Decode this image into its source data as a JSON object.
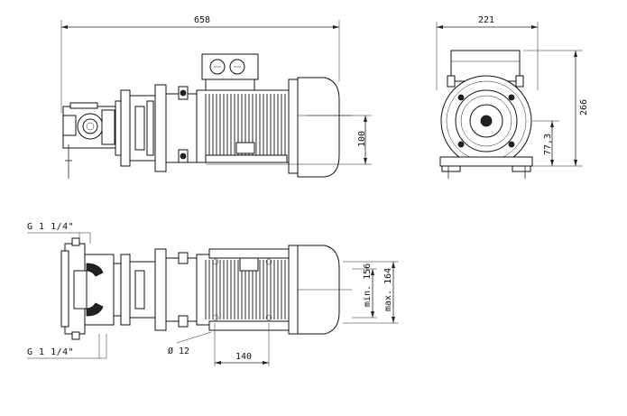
{
  "dimensions": {
    "overall_length": "658",
    "width": "221",
    "height": "266",
    "axis_height": "100",
    "foot_height": "77,3",
    "min_rail": "min. 156",
    "max_rail": "max. 164",
    "hole_dia": "12",
    "hole_spacing": "140"
  },
  "symbols": {
    "diameter": "Ø"
  },
  "ports": {
    "top": "G 1 1/4\"",
    "bottom": "G 1 1/4\""
  }
}
